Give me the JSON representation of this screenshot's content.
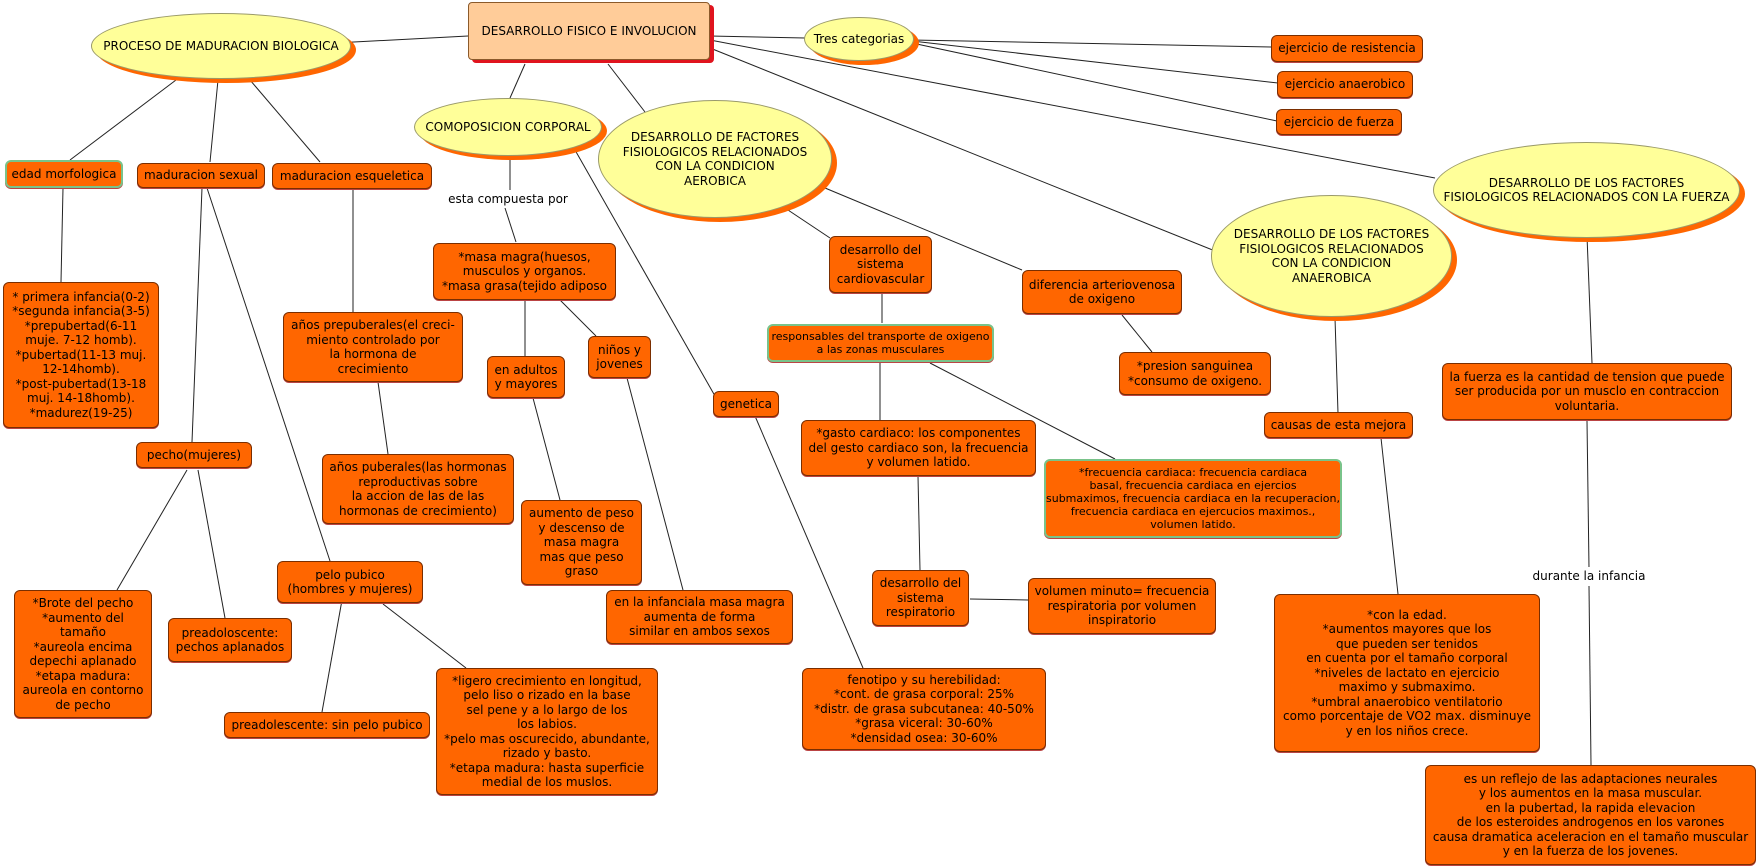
{
  "root": "DESARROLLO FISICO E INVOLUCION",
  "maduracion": {
    "title": "PROCESO DE MADURACION BIOLOGICA",
    "edad_morfologica": "edad morfologica",
    "edad_items": "* primera infancia(0-2)\n*segunda infancia(3-5)\n*prepubertad(6-11\nmuje. 7-12 homb).\n*pubertad(11-13 muj.\n12-14homb).\n*post-pubertad(13-18\nmuj. 14-18homb).\n*madurez(19-25)",
    "maduracion_sexual": "maduracion sexual",
    "pecho": "pecho(mujeres)",
    "pecho_items": "*Brote del pecho\n*aumento del\ntamaño\n*aureola encima\ndepechi aplanado\n*etapa madura:\naureola en contorno\nde pecho",
    "preadoloscente_pechos": "preadoloscente:\npechos aplanados",
    "pelo_pubico": "pelo pubico\n(hombres y mujeres)",
    "preadolescente_pelo": "preadolescente: sin pelo pubico",
    "pelo_items": "*ligero crecimiento en longitud,\npelo liso o rizado en la base\nsel pene y a lo largo de los\nlos labios.\n*pelo mas oscurecido, abundante,\nrizado y basto.\n*etapa madura: hasta superficie\nmedial de los muslos.",
    "maduracion_esqueletica": "maduracion esqueletica",
    "prepuberales": "años prepuberales(el creci-\nmiento controlado por\nla hormona de\ncrecimiento",
    "puberales": "años puberales(las hormonas\nreproductivas sobre\nla accion de las de las\nhormonas de crecimiento)"
  },
  "composicion": {
    "title": "COMOPOSICION CORPORAL",
    "compuesta_por": "esta compuesta por",
    "masa": "*masa magra(huesos,\nmusculos y organos.\n*masa grasa(tejido adiposo",
    "adultos": "en adultos\ny mayores",
    "ninos": "niños y\njovenes",
    "aumento_peso": "aumento de peso\ny descenso de\nmasa magra\nmas que peso\ngraso",
    "infancia_masa": "en la infanciala masa magra\naumenta de forma\nsimilar en ambos sexos",
    "genetica": "genetica",
    "fenotipo": "fenotipo y su herebilidad:\n*cont. de grasa corporal: 25%\n*distr. de grasa subcutanea: 40-50%\n*grasa viceral: 30-60%\n*densidad osea: 30-60%"
  },
  "aerobica": {
    "title": "DESARROLLO DE FACTORES\nFISIOLOGICOS RELACIONADOS\nCON LA CONDICION\nAEROBICA",
    "cardiovascular": "desarrollo del\nsistema\ncardiovascular",
    "responsables": "responsables del transporte de oxigeno\na las zonas musculares",
    "gasto": "*gasto cardiaco: los componentes\ndel gesto cardiaco son, la frecuencia\ny volumen latido.",
    "frecuencia": "*frecuencia cardiaca: frecuencia cardiaca\nbasal, frecuencia cardiaca en ejercios\nsubmaximos, frecuencia cardiaca en la recuperacion,\nfrecuencia cardiaca en  ejercucios maximos.,\nvolumen latido.",
    "respiratorio": "desarrollo del\nsistema\nrespiratorio",
    "volumen_minuto": "volumen minuto= frecuencia\nrespiratoria por volumen\ninspiratorio",
    "diferencia": "diferencia arteriovenosa\nde oxigeno",
    "presion": "*presion sanguinea\n*consumo de oxigeno."
  },
  "categorias": {
    "title": "Tres categorias",
    "resistencia": "ejercicio de resistencia",
    "anaerobico": "ejercicio anaerobico",
    "fuerza": "ejercicio de fuerza"
  },
  "anaerobica": {
    "title": "DESARROLLO DE LOS FACTORES\nFISIOLOGICOS RELACIONADOS\nCON LA CONDICION\nANAEROBICA",
    "causas": "causas de esta mejora",
    "causas_items": "*con la edad.\n*aumentos mayores que los\nque pueden ser tenidos\nen cuenta por el tamaño corporal\n*niveles de lactato en ejercicio\nmaximo y submaximo.\n*umbral anaerobico ventilatorio\ncomo porcentaje de VO2 max. disminuye\ny en los niños crece."
  },
  "fuerza": {
    "title": "DESARROLLO DE LOS FACTORES\nFISIOLOGICOS RELACIONADOS CON LA FUERZA",
    "definicion": "la fuerza es la cantidad de tension que puede\nser producida por un musclo en contraccion\nvoluntaria.",
    "durante": "durante la infancia",
    "reflejo": "es un reflejo de las adaptaciones neurales\ny los aumentos en la masa muscular.\nen la pubertad, la rapida elevacion\nde los esteroides androgenos en los varones\ncausa dramatica aceleracion en el tamaño muscular\ny en la fuerza de los jovenes."
  },
  "colors": {
    "node_fill": "#ff6600",
    "ellipse_fill": "#ffff99",
    "root_fill": "#ffcc99",
    "shadow_red": "#e0141e",
    "green_border": "#79c38a"
  }
}
